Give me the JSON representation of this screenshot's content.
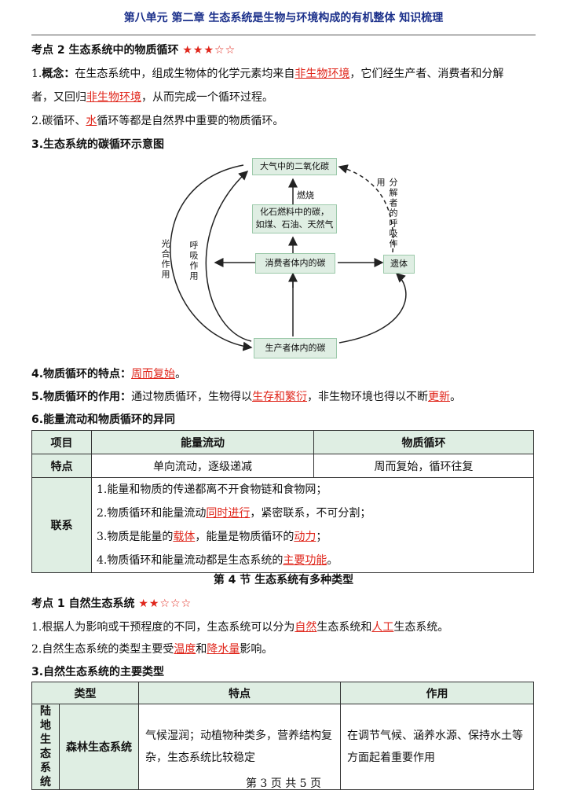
{
  "header": "第八单元 第二章 生态系统是生物与环境构成的有机整体 知识梳理",
  "kp2": {
    "title": "考点 2  生态系统中的物质循环",
    "stars": "★★★☆☆",
    "c1_num": "1.",
    "c1_label": "概念：",
    "c1_a": "在生态系统中，组成生物体的化学元素均来自",
    "c1_red1": "非生物环境",
    "c1_b": "，它们经生产者、消费者和分解",
    "c1_c": "者，又回归",
    "c1_red2": "非生物环境",
    "c1_d": "，从而完成一个循环过程。",
    "c2_a": "2.碳循环、",
    "c2_red": "水",
    "c2_b": "循环等都是自然界中重要的物质循环。",
    "c3": "3.生态系统的碳循环示意图",
    "c4_label": "4.物质循环的特点：",
    "c4_red": "周而复始",
    "c4_end": "。",
    "c5_label": "5.物质循环的作用：",
    "c5_a": "通过物质循环，生物得以",
    "c5_red1": "生存和繁衍",
    "c5_b": "，非生物环境也得以不断",
    "c5_red2": "更新",
    "c5_c": "。",
    "c6": "6.能量流动和物质循环的异同"
  },
  "diagram": {
    "atmosphere": "大气中的二氧化碳",
    "burning": "燃烧",
    "fossil_1": "化石燃料中的碳，",
    "fossil_2": "如煤、石油、天然气",
    "consumer": "消费者体内的碳",
    "producer": "生产者体内的碳",
    "remains": "遗体",
    "photosynthesis": "光合作用",
    "respiration": "呼吸作用",
    "decomposer": "分解者的呼吸作用"
  },
  "table1": {
    "headers": [
      "项目",
      "能量流动",
      "物质循环"
    ],
    "feature_label": "特点",
    "feature_energy": "单向流动，逐级递减",
    "feature_matter": "周而复始，循环往复",
    "link_label": "联系",
    "l1": "1.能量和物质的传递都离不开食物链和食物网；",
    "l2_a": "2.物质循环和能量流动",
    "l2_red": "同时进行",
    "l2_b": "，紧密联系，不可分割；",
    "l3_a": "3.物质是能量的",
    "l3_red1": "载体",
    "l3_b": "，能量是物质循环的",
    "l3_red2": "动力",
    "l3_c": "；",
    "l4_a": "4.物质循环和能量流动都是生态系统的",
    "l4_red": "主要功能",
    "l4_b": "。"
  },
  "section4": "第 4 节  生态系统有多种类型",
  "kp1": {
    "title": "考点 1  自然生态系统",
    "stars": "★★☆☆☆",
    "p1_a": "1.根据人为影响或干预程度的不同，生态系统可以分为",
    "p1_red1": "自然",
    "p1_b": "生态系统和",
    "p1_red2": "人工",
    "p1_c": "生态系统。",
    "p2_a": "2.自然生态系统的类型主要受",
    "p2_red1": "温度",
    "p2_b": "和",
    "p2_red2": "降水量",
    "p2_c": "影响。",
    "p3": "3.自然生态系统的主要类型"
  },
  "table2": {
    "headers": [
      "类型",
      "特点",
      "作用"
    ],
    "group": "陆地生态系统",
    "row_name": "森林生态系统",
    "row_feature": "气候湿润；动植物种类多，营养结构复杂，生态系统比较稳定",
    "row_role": "在调节气候、涵养水源、保持水土等方面起着重要作用"
  },
  "footer": "第 3 页 共 5 页"
}
